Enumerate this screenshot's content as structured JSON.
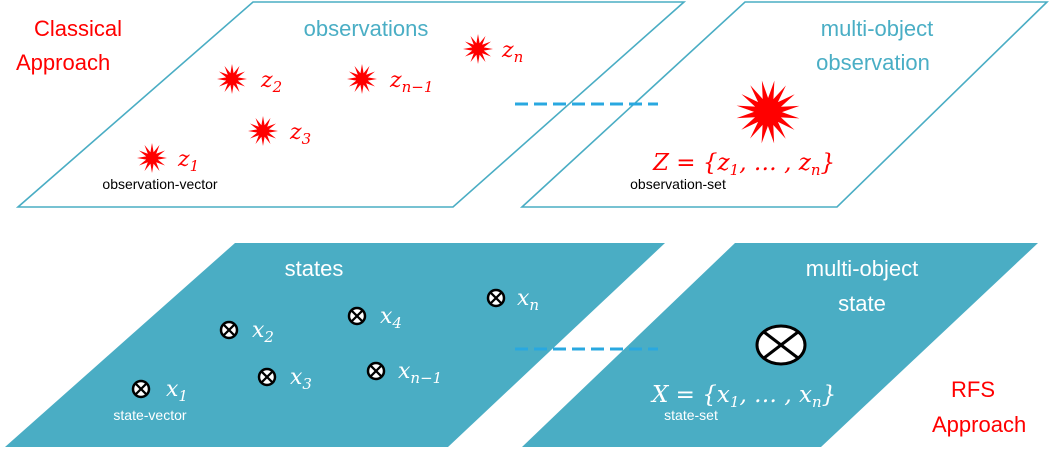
{
  "colors": {
    "red": "#ff0000",
    "teal_text": "#4aaec5",
    "teal_fill": "#4aadc4",
    "outline": "#4aadc4",
    "dashed": "#29a8e0",
    "black": "#000000",
    "white": "#ffffff"
  },
  "labels": {
    "classical_line1": "Classical",
    "classical_line2": "Approach",
    "rfs_line1": "RFS",
    "rfs_line2": "Approach",
    "observations": "observations",
    "multi_obs_line1": "multi-object",
    "multi_obs_line2": "observation",
    "observation_vector": "observation-vector",
    "observation_set": "observation-set",
    "states": "states",
    "multi_state_line1": "multi-object",
    "multi_state_line2": "state",
    "state_vector": "state-vector",
    "state_set": "state-set"
  },
  "observations": [
    {
      "base": "z",
      "sub": "n"
    },
    {
      "base": "z",
      "sub": "2"
    },
    {
      "base": "z",
      "sub": "n−1"
    },
    {
      "base": "z",
      "sub": "3"
    },
    {
      "base": "z",
      "sub": "1"
    }
  ],
  "observation_set_formula": {
    "lhs": "Z = {",
    "first": "z",
    "first_sub": "1",
    "mid": ", … , ",
    "last": "z",
    "last_sub": "n",
    "close": "}"
  },
  "states": [
    {
      "base": "x",
      "sub": "n"
    },
    {
      "base": "x",
      "sub": "4"
    },
    {
      "base": "x",
      "sub": "2"
    },
    {
      "base": "x",
      "sub": "3"
    },
    {
      "base": "x",
      "sub": "n−1"
    },
    {
      "base": "x",
      "sub": "1"
    }
  ],
  "state_set_formula": {
    "lhs": "X = {",
    "first": "x",
    "first_sub": "1",
    "mid": ", … , ",
    "last": "x",
    "last_sub": "n",
    "close": "}"
  },
  "icons": {
    "observation_marker": "red-starburst-icon",
    "state_marker": "circled-x-icon"
  }
}
